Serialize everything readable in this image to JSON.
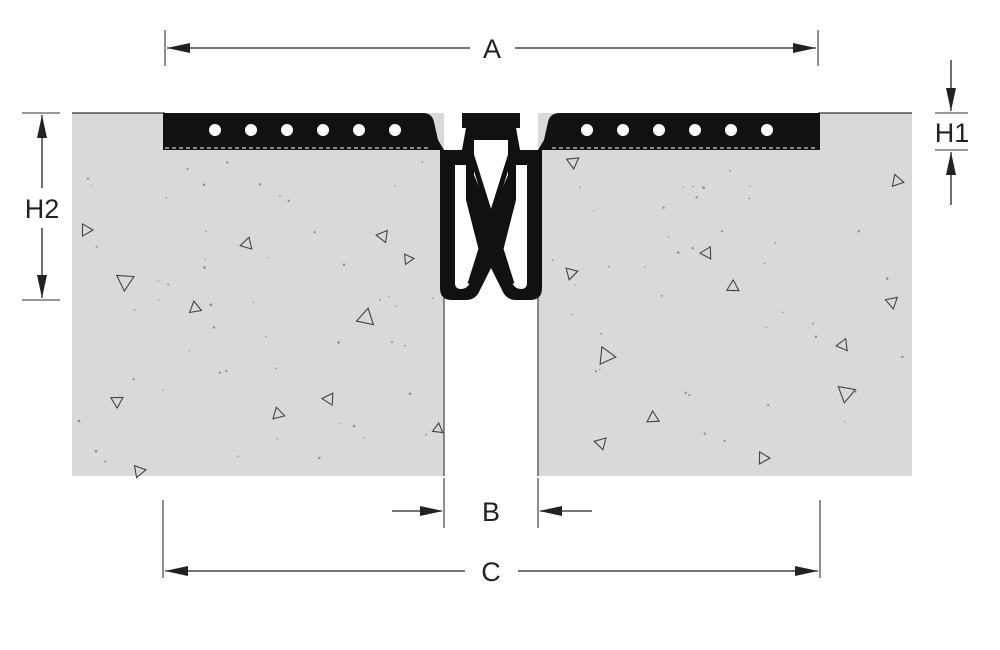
{
  "diagram": {
    "labels": {
      "a": "A",
      "b": "B",
      "c": "C",
      "h1": "H1",
      "h2": "H2"
    },
    "colors": {
      "background": "#ffffff",
      "concrete": "#d9d9d9",
      "concrete_edge": "#555555",
      "seal": "#111111",
      "seal_hole": "#ffffff",
      "line": "#222222"
    }
  }
}
